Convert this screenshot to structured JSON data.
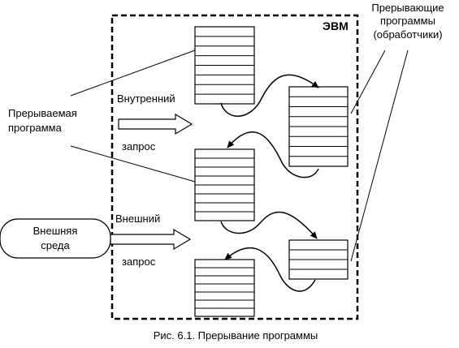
{
  "diagram": {
    "computer_label": "ЭВМ",
    "interrupting_programs": {
      "line1": "Прерывающие",
      "line2": "программы",
      "line3": "(обработчики)"
    },
    "interrupted_program": {
      "line1": "Прерываемая",
      "line2": "программа"
    },
    "internal_request": {
      "line1": "Внутренний",
      "line2": "запрос"
    },
    "external_request": {
      "line1": "Внешний",
      "line2": "запрос"
    },
    "external_environment": {
      "line1": "Внешняя",
      "line2": "среда"
    },
    "caption": "Рис. 6.1. Прерывание программы"
  }
}
